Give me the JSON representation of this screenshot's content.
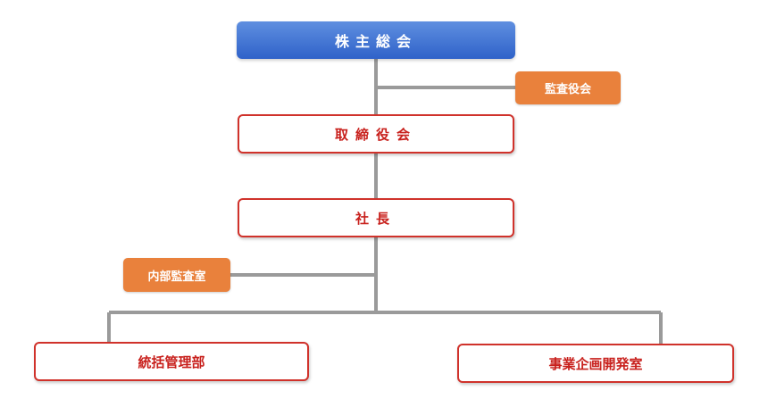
{
  "colors": {
    "shareholders_fill": "#3a6fd4",
    "board_outline": "#d0322b",
    "board_text": "#c8201c",
    "auditor_fill": "#e9813c",
    "connector": "#9a9a9a"
  },
  "org_chart": {
    "shareholders_meeting": "株主総会",
    "auditors": "監査役会",
    "board_of_directors": "取締役会",
    "president": "社長",
    "internal_audit": "内部監査室",
    "general_management": "統括管理部",
    "business_planning": "事業企画開発室"
  }
}
